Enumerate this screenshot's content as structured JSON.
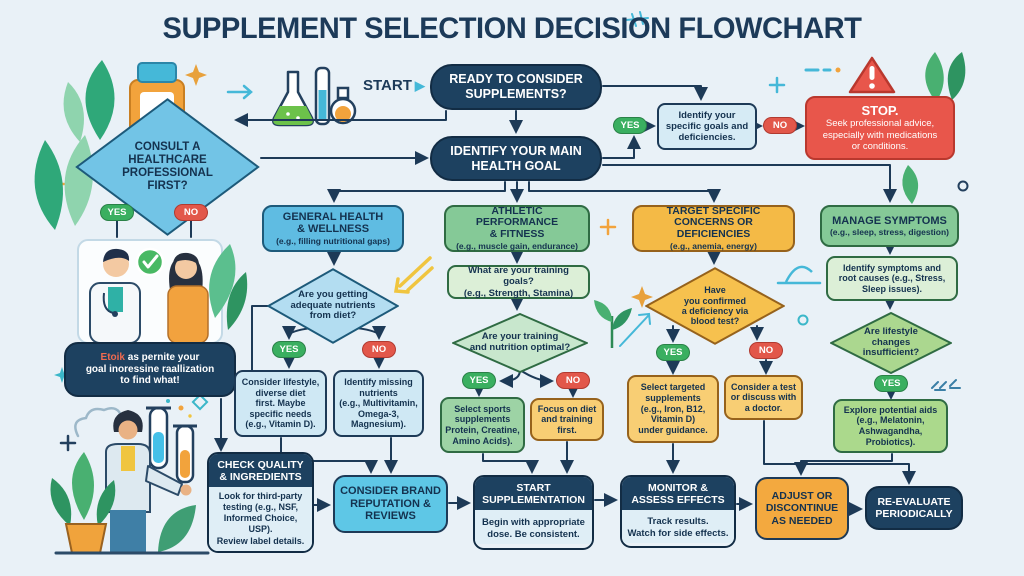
{
  "title": "SUPPLEMENT SELECTION DECISION FLOWCHART",
  "start_label": "START",
  "labels": {
    "yes": "YES",
    "no": "NO"
  },
  "nodes": {
    "ready": "READY TO CONSIDER\nSUPPLEMENTS?",
    "identify_main": "IDENTIFY YOUR MAIN\nHEALTH GOAL",
    "identify_goals": "Identify your\nspecific goals and\ndeficiencies.",
    "consult": "CONSULT A\nHEALTHCARE\nPROFESSIONAL\nFIRST?"
  },
  "stop": {
    "title": "STOP.",
    "body": "Seek professional advice,\nespecially with medications\nor conditions."
  },
  "speech": {
    "lead": "Etoik",
    "rest": " as pernite your\ngoal inoressine raallization\nto find what!"
  },
  "branches": {
    "general": {
      "title": "GENERAL HEALTH\n& WELLNESS",
      "sub": "(e.g., filling nutritional gaps)"
    },
    "athletic": {
      "title": "ATHLETIC PERFORMANCE\n& FITNESS",
      "sub": "(e.g., muscle gain, endurance)"
    },
    "target": {
      "title": "TARGET SPECIFIC\nCONCERNS OR DEFICIENCIES",
      "sub": "(e.g., anemia, energy)"
    },
    "manage": {
      "title": "MANAGE SYMPTOMS",
      "sub": "(e.g., sleep, stress, digestion)"
    }
  },
  "questions": {
    "training_goals": "What are your training goals?\n(e.g., Strength, Stamina)",
    "symptoms": "Identify symptoms and\nroot causes (e.g., Stress,\nSleep issues)."
  },
  "diamonds": {
    "diet": "Are you getting\nadequate nutrients\nfrom diet?",
    "training": "Are your training\nand nutrition optimal?",
    "blood": "Have\nyou confirmed\na deficiency via\nblood test?",
    "lifestyle": "Are lifestyle\nchanges\ninsufficient?"
  },
  "outcomes": {
    "lifestyle_first": "Consider lifestyle,\ndiverse diet\nfirst. Maybe\nspecific needs\n(e.g., Vitamin D).",
    "missing_nutrients": "Identify missing\nnutrients\n(e.g., Multivitamin,\nOmega-3,\nMagnesium).",
    "sports": "Select sports\nsupplements\nProtein, Creatine,\nAmino Acids).",
    "focus_diet": "Focus on diet\nand training\nfirst.",
    "targeted": "Select targeted\nsupplements\n(e.g., Iron, B12,\nVitamin D)\nunder guidance.",
    "consider_test": "Consider a test\nor discuss with\na doctor.",
    "explore": "Explore potential aids\n(e.g., Melatonin,\nAshwagandha,\nProbiotics)."
  },
  "bottom": {
    "check_quality": {
      "header": "CHECK QUALITY\n& INGREDIENTS",
      "body1": "Look for third-party\ntesting (e.g., NSF,\nInformed Choice, USP).",
      "body2": "Review label details."
    },
    "brand": "CONSIDER BRAND\nREPUTATION &\nREVIEWS",
    "start_supp": {
      "header": "START\nSUPPLEMENTATION",
      "body": "Begin with appropriate\ndose. Be consistent."
    },
    "monitor": {
      "header": "MONITOR &\nASSESS EFFECTS",
      "body": "Track results.\nWatch for side effects."
    },
    "adjust": "ADJUST OR\nDISCONTINUE\nAS NEEDED",
    "reevaluate": "RE-EVALUATE\nPERIODICALLY"
  },
  "colors": {
    "background": "#e9f1f7",
    "navy": "#1d4160",
    "blue": "#5fbce2",
    "green": "#85c997",
    "orange": "#f4ba46",
    "red": "#e8564b",
    "cyan": "#5ec7e6",
    "yes_green": "#3aaf60",
    "no_red": "#e2574a"
  }
}
